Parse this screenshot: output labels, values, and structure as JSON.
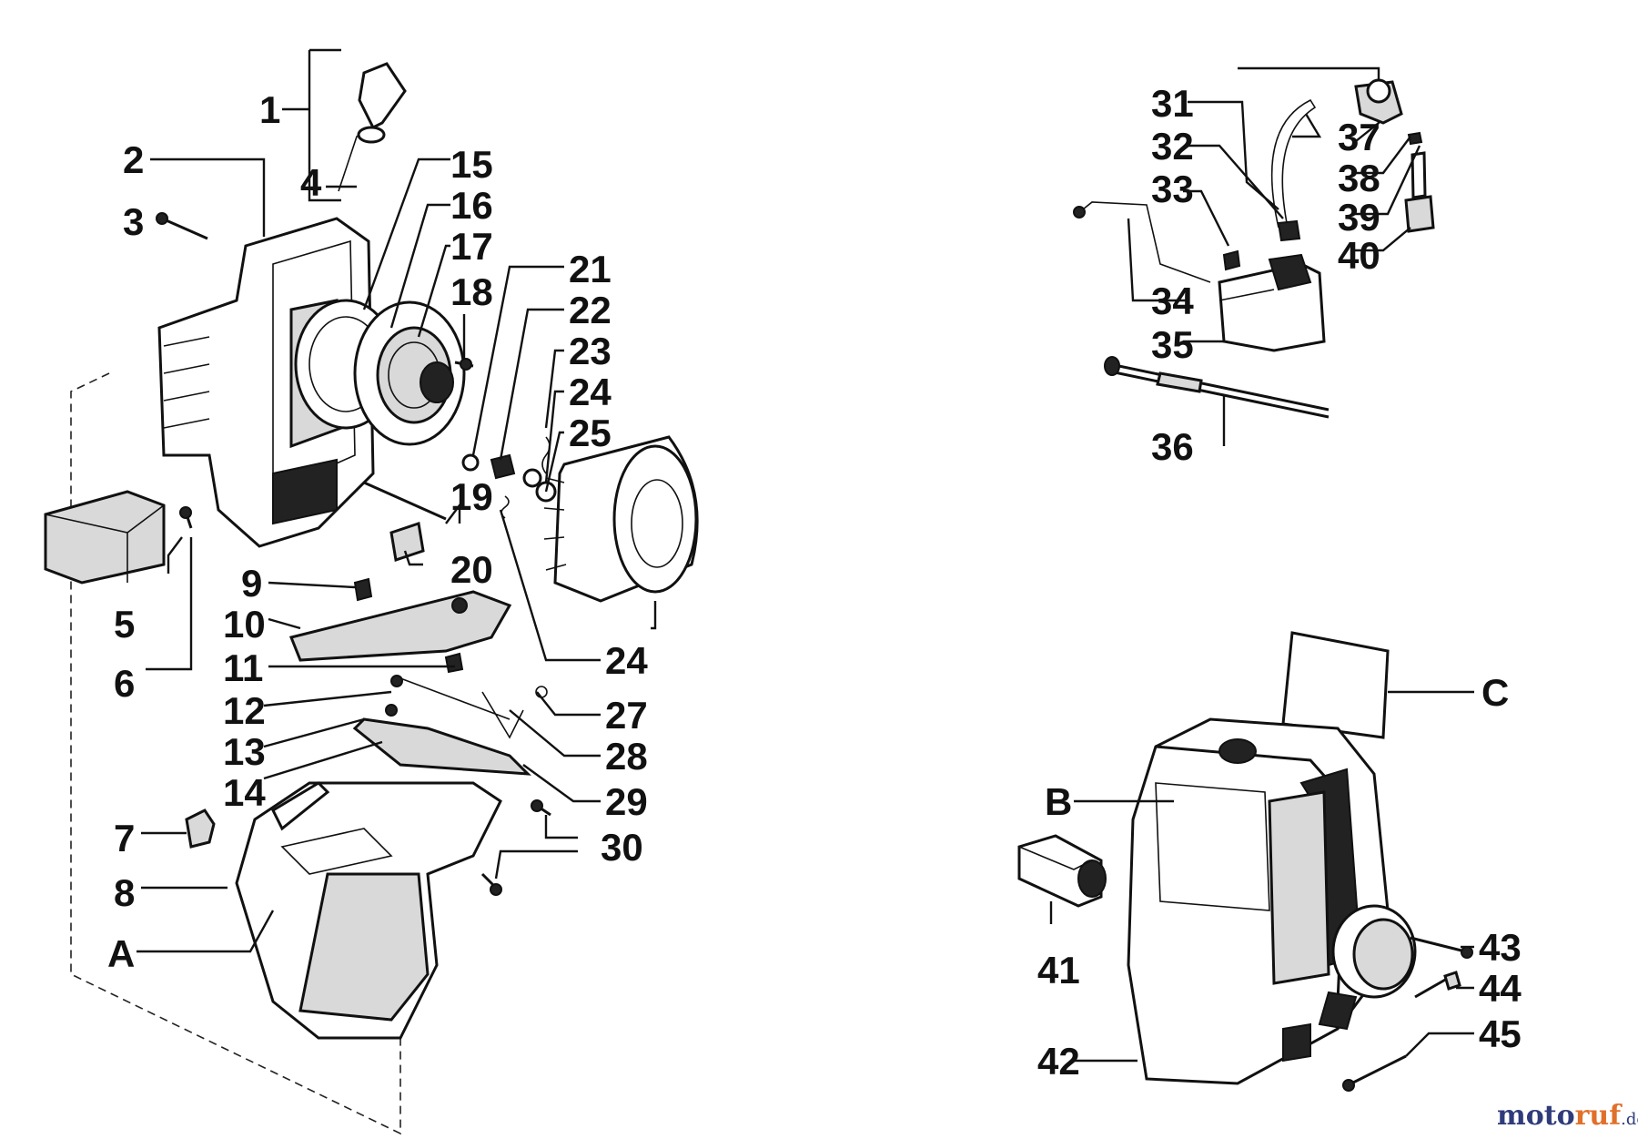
{
  "callouts": [
    {
      "id": "1",
      "text": "1"
    },
    {
      "id": "2",
      "text": "2"
    },
    {
      "id": "3",
      "text": "3"
    },
    {
      "id": "4",
      "text": "4"
    },
    {
      "id": "5",
      "text": "5"
    },
    {
      "id": "6",
      "text": "6"
    },
    {
      "id": "7",
      "text": "7"
    },
    {
      "id": "8",
      "text": "8"
    },
    {
      "id": "9",
      "text": "9"
    },
    {
      "id": "10",
      "text": "10"
    },
    {
      "id": "11",
      "text": "11"
    },
    {
      "id": "12",
      "text": "12"
    },
    {
      "id": "13",
      "text": "13"
    },
    {
      "id": "14",
      "text": "14"
    },
    {
      "id": "15",
      "text": "15"
    },
    {
      "id": "16",
      "text": "16"
    },
    {
      "id": "17",
      "text": "17"
    },
    {
      "id": "18",
      "text": "18"
    },
    {
      "id": "19",
      "text": "19"
    },
    {
      "id": "20",
      "text": "20"
    },
    {
      "id": "21",
      "text": "21"
    },
    {
      "id": "22",
      "text": "22"
    },
    {
      "id": "23",
      "text": "23"
    },
    {
      "id": "24a",
      "text": "24"
    },
    {
      "id": "25",
      "text": "25"
    },
    {
      "id": "24b",
      "text": "24"
    },
    {
      "id": "27",
      "text": "27"
    },
    {
      "id": "28",
      "text": "28"
    },
    {
      "id": "29",
      "text": "29"
    },
    {
      "id": "30",
      "text": "30"
    },
    {
      "id": "A",
      "text": "A"
    },
    {
      "id": "31",
      "text": "31"
    },
    {
      "id": "32",
      "text": "32"
    },
    {
      "id": "33",
      "text": "33"
    },
    {
      "id": "34",
      "text": "34"
    },
    {
      "id": "35",
      "text": "35"
    },
    {
      "id": "36",
      "text": "36"
    },
    {
      "id": "37",
      "text": "37"
    },
    {
      "id": "38",
      "text": "38"
    },
    {
      "id": "39",
      "text": "39"
    },
    {
      "id": "40",
      "text": "40"
    },
    {
      "id": "41",
      "text": "41"
    },
    {
      "id": "42",
      "text": "42"
    },
    {
      "id": "43",
      "text": "43"
    },
    {
      "id": "44",
      "text": "44"
    },
    {
      "id": "45",
      "text": "45"
    },
    {
      "id": "B",
      "text": "B"
    },
    {
      "id": "C",
      "text": "C"
    }
  ],
  "watermark": {
    "part1": "moto",
    "part2": "ruf",
    "part3": ".de",
    "color_primary": "#2f3b7a",
    "color_accent": "#e0702a"
  }
}
